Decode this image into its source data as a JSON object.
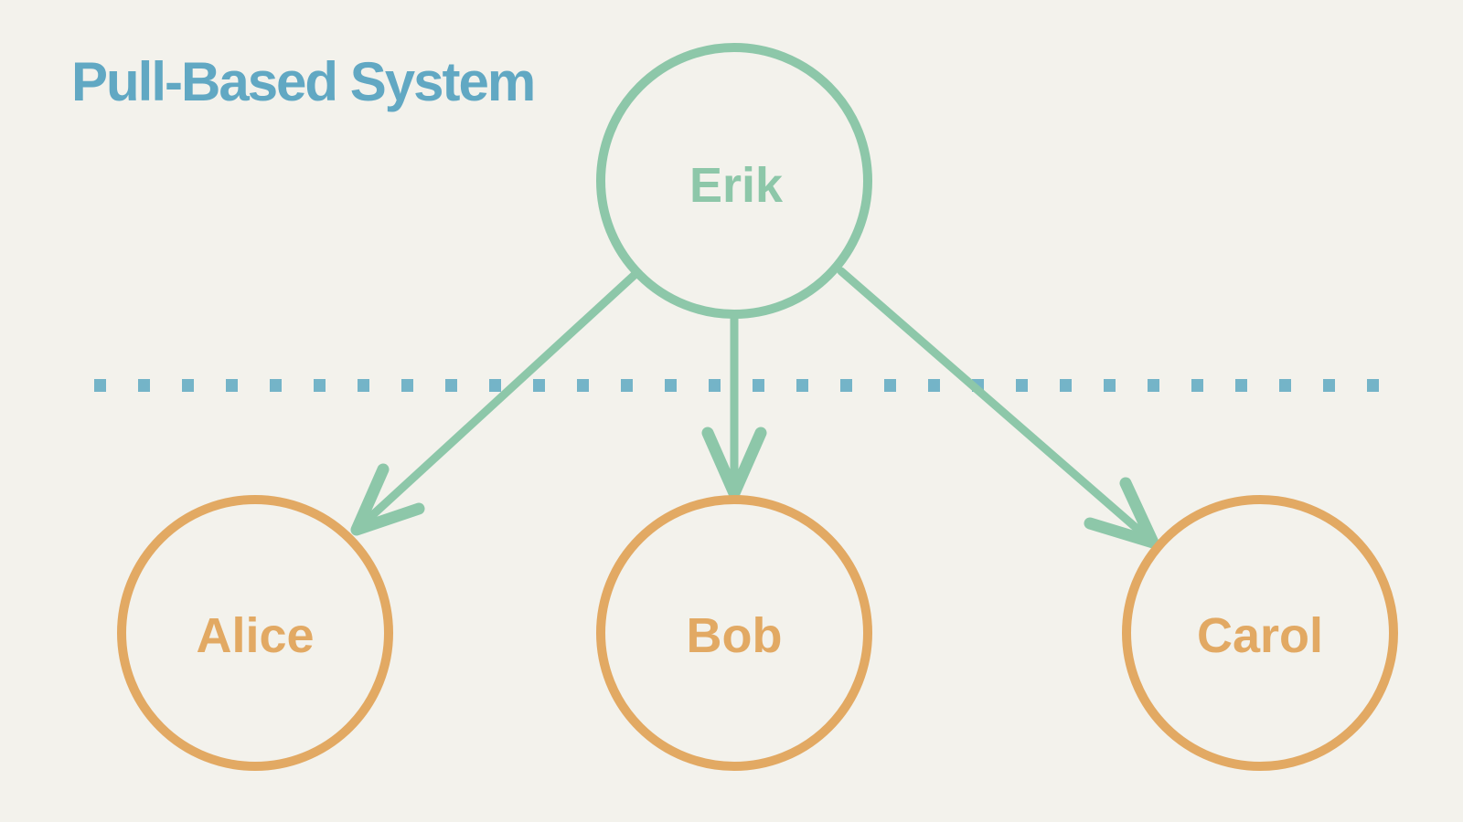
{
  "title": "Pull-Based System",
  "colors": {
    "background": "#f3f2ec",
    "title": "#61a8c3",
    "producer": "#8dc7a9",
    "consumer": "#e2a963",
    "divider": "#74b4c8"
  },
  "nodes": {
    "producer": {
      "label": "Erik"
    },
    "consumers": [
      {
        "label": "Alice"
      },
      {
        "label": "Bob"
      },
      {
        "label": "Carol"
      }
    ]
  },
  "edges": [
    {
      "from": "Erik",
      "to": "Alice"
    },
    {
      "from": "Erik",
      "to": "Bob"
    },
    {
      "from": "Erik",
      "to": "Carol"
    }
  ]
}
